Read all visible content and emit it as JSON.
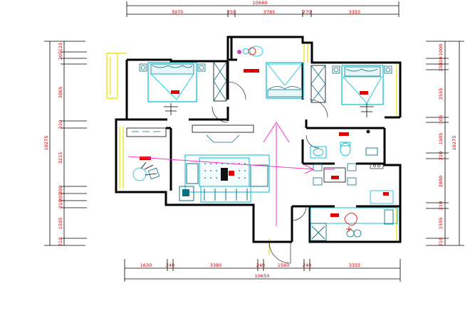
{
  "colors": {
    "wall": "#000000",
    "dim_line": "#000000",
    "dim_text": "#cc0000",
    "furniture": "#00bcd4",
    "furniture_dark": "#0a6f7f",
    "window_frame": "#f0e000",
    "room_tag": "#e00000",
    "flow_arrow": "#ff33cc",
    "plant": "#e03020"
  },
  "dimensions": {
    "top": {
      "total": "10660",
      "segments": [
        "3970",
        "250",
        "3785",
        "270",
        "3355"
      ]
    },
    "bottom": {
      "total": "10650",
      "segments": [
        "1630",
        "240",
        "3380",
        "240",
        "1560",
        "240",
        "3355"
      ]
    },
    "left": {
      "total": "10275",
      "segments": [
        "125",
        "205",
        "3065",
        "210",
        "3215",
        "200",
        "205",
        "210",
        "1595",
        "210"
      ]
    },
    "right": {
      "total": "10275",
      "segments": [
        "1000",
        "210",
        "255",
        "2555",
        "105",
        "1505",
        "210",
        "2800",
        "210",
        "1595",
        "210"
      ]
    }
  }
}
